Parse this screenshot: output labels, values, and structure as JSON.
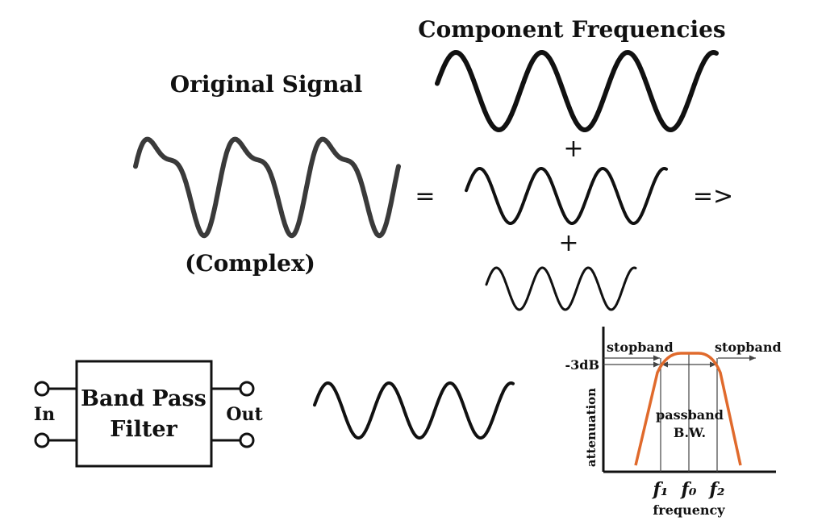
{
  "diagram": {
    "original_title": "Original Signal",
    "original_caption": "(Complex)",
    "components_title": "Component Frequencies",
    "equals_symbol": "=",
    "plus_symbol": "+",
    "arrow_symbol": "=>",
    "filter": {
      "label_line1": "Band Pass",
      "label_line2": "Filter",
      "input_label": "In",
      "output_label": "Out"
    },
    "response_plot": {
      "minus3db_label": "-3dB",
      "stopband_left": "stopband",
      "stopband_right": "stopband",
      "passband_label": "passband",
      "bandwidth_label": "B.W.",
      "y_axis_label": "attenuation",
      "x_axis_label": "frequency",
      "f1_label": "f₁",
      "f0_label": "f₀",
      "f2_label": "f₂",
      "curve_color": "#e06a2c"
    }
  },
  "colors": {
    "ink": "#111111",
    "complex_wave": "#3a3a3a",
    "filter_curve": "#e06a2c"
  }
}
